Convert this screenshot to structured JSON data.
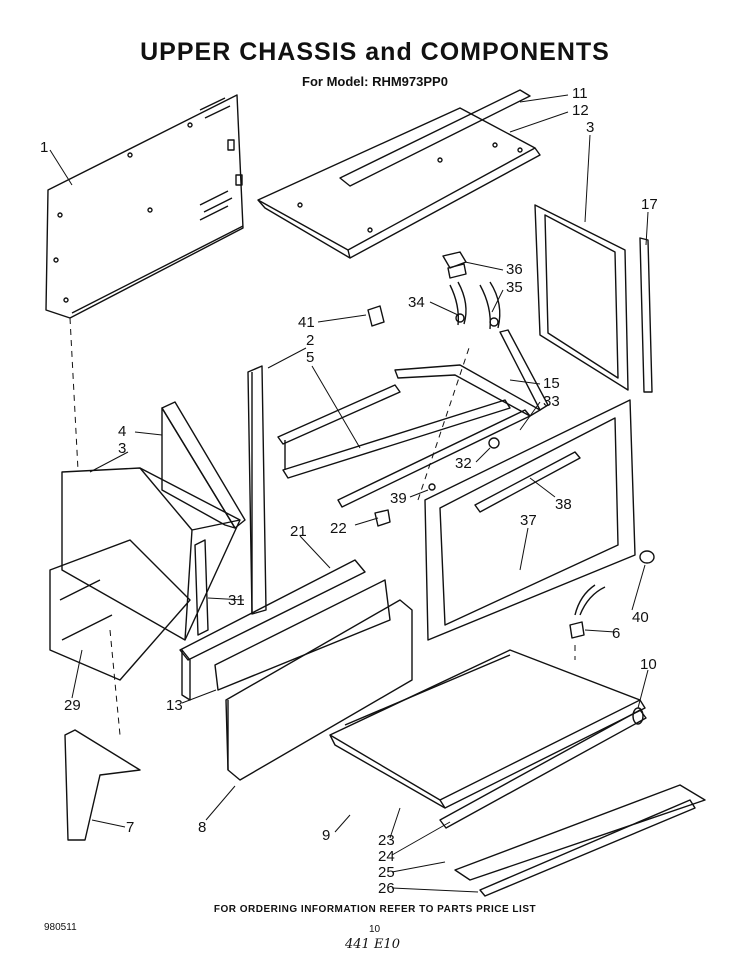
{
  "title": "UPPER CHASSIS and COMPONENTS",
  "subtitle": "For Model: RHM973PP0",
  "footer": "FOR ORDERING INFORMATION REFER TO PARTS PRICE LIST",
  "doc_number": "980511",
  "page_number": "10",
  "handwritten_note": "441 E10",
  "callouts": {
    "c1": "1",
    "c11": "11",
    "c12": "12",
    "c3a": "3",
    "c17": "17",
    "c36": "36",
    "c35": "35",
    "c34": "34",
    "c41": "41",
    "c2": "2",
    "c5": "5",
    "c15": "15",
    "c33": "33",
    "c4": "4",
    "c3b": "3",
    "c32": "32",
    "c39": "39",
    "c38": "38",
    "c22": "22",
    "c21": "21",
    "c37": "37",
    "c31": "31",
    "c40": "40",
    "c6": "6",
    "c10": "10",
    "c29": "29",
    "c13": "13",
    "c8": "8",
    "c7": "7",
    "c9": "9",
    "c23": "23",
    "c24": "24",
    "c25": "25",
    "c26": "26"
  }
}
